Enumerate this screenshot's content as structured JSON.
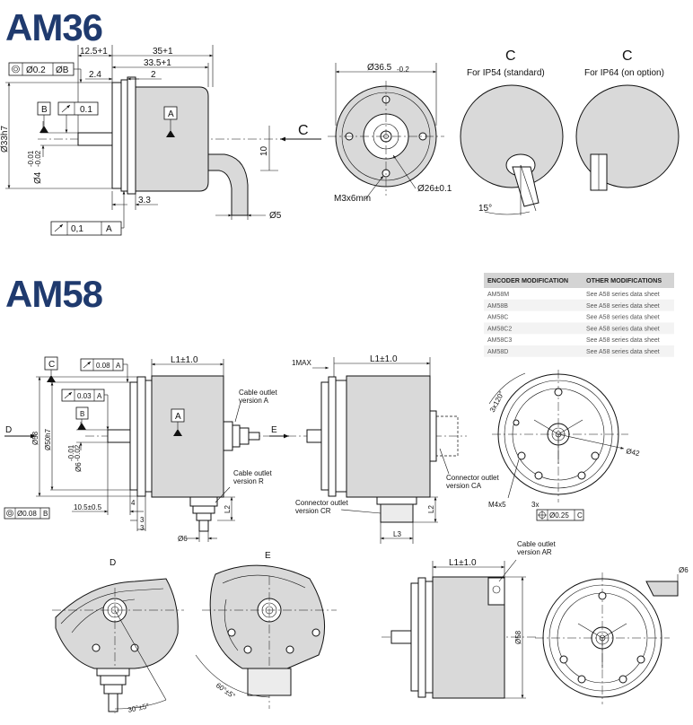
{
  "am36": {
    "title": "AM36",
    "dims": {
      "d12_5": "12.5+1",
      "d35": "35+1",
      "d33_5": "33.5+1",
      "d2_4": "2.4",
      "d2": "2",
      "d3_3": "3.3",
      "d10": "10",
      "d5": "Ø5",
      "d33h7": "Ø33h7",
      "d4": "Ø4",
      "d4_tol_hi": "-0.01",
      "d4_tol_lo": "-0.02",
      "d36_5": "Ø36.5",
      "d36_5_tol": "-0.2",
      "d26": "Ø26±0.1",
      "m3": "M3x6mm",
      "ang15": "15°"
    },
    "tolerances": {
      "conc_value": "Ø0.2",
      "conc_ref": "ØB",
      "runout_top": "0.1",
      "runout_bottom": "0,1",
      "runout_bottom_ref": "A"
    },
    "datums": {
      "a": "A",
      "b": "B"
    },
    "view_c": {
      "label": "C",
      "ip54_letter": "C",
      "ip54_caption": "For IP54 (standard)",
      "ip64_letter": "C",
      "ip64_caption": "For IP64 (on option)"
    }
  },
  "am58": {
    "title": "AM58",
    "table": {
      "headers": [
        "ENCODER MODIFICATION",
        "OTHER MODIFICATIONS"
      ],
      "rows": [
        [
          "AM58M",
          "See A58 series data sheet"
        ],
        [
          "AM58B",
          "See A58 series data sheet"
        ],
        [
          "AM58C",
          "See A58 series data sheet"
        ],
        [
          "AM58C2",
          "See A58 series data sheet"
        ],
        [
          "AM58C3",
          "See A58 series data sheet"
        ],
        [
          "AM58D",
          "See A58 series data sheet"
        ]
      ]
    },
    "dims": {
      "l1": "L1±1.0",
      "l1_b": "L1±1.0",
      "l1_c": "L1±1.0",
      "max1": "1MAX",
      "d58": "Ø58",
      "d58_b": "Ø58",
      "d50h7": "Ø50h7",
      "d6f6": "Ø6",
      "d6f6_tol_hi": "-0.01",
      "d6f6_tol_lo": "-0.02",
      "d10_5": "10.5±0.5",
      "d4": "4",
      "d3a": "3",
      "d3b": "3",
      "d6": "Ø6",
      "d6_c": "Ø6",
      "l2": "L2",
      "l2_b": "L2",
      "l3": "L3",
      "m4x5": "M4x5",
      "x3": "3x",
      "a120": "3x120°",
      "d42": "Ø42",
      "a30": "30°±5°",
      "a60": "60°±5°"
    },
    "tolerances": {
      "conc_value": "Ø0.08",
      "conc_ref": "B",
      "pos_value": "Ø0.25",
      "pos_ref": "C",
      "runout_a": "0.08",
      "runout_a_ref": "A",
      "runout_b": "0.03",
      "runout_b_ref": "A"
    },
    "datums": {
      "a": "A",
      "b": "B",
      "c": "C"
    },
    "view_arrows": {
      "d": "D",
      "e": "E"
    },
    "labels": {
      "cable_a": "Cable outlet\nversion A",
      "cable_r": "Cable outlet\nversion R",
      "conn_cr": "Connector outlet\nversion CR",
      "conn_ca": "Connector outlet\nversion CA",
      "cable_ar": "Cable outlet\nversion AR"
    },
    "view_d": {
      "label": "D"
    },
    "view_e": {
      "label": "E"
    }
  },
  "colors": {
    "heading": "#1f3a6e",
    "body_fill": "#d9d9d9",
    "table_header": "#d4d4d4"
  }
}
